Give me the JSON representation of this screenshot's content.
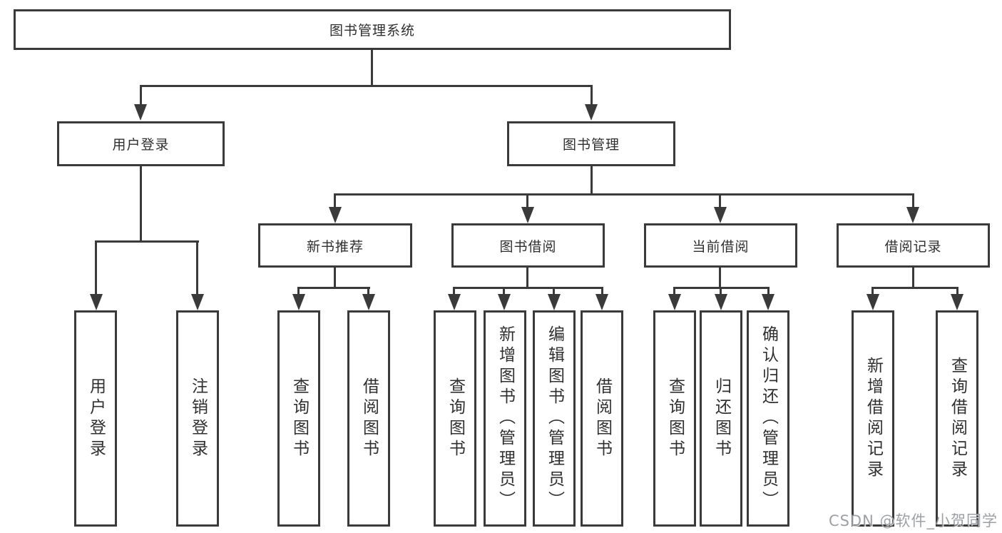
{
  "tree": {
    "root": "图书管理系统",
    "branches": [
      {
        "label": "用户登录",
        "leaves": [
          "用户登录",
          "注销登录"
        ]
      },
      {
        "label": "图书管理",
        "groups": [
          {
            "label": "新书推荐",
            "leaves": [
              "查询图书",
              "借阅图书"
            ]
          },
          {
            "label": "图书借阅",
            "leaves": [
              "查询图书",
              "新增图书（管理员）",
              "编辑图书（管理员）",
              "借阅图书"
            ]
          },
          {
            "label": "当前借阅",
            "leaves": [
              "查询图书",
              "归还图书",
              "确认归还（管理员）"
            ]
          },
          {
            "label": "借阅记录",
            "leaves": [
              "新增借阅记录",
              "查询借阅记录"
            ]
          }
        ]
      }
    ]
  },
  "watermark": {
    "text": "CSDN @软件_小贺同学"
  },
  "colors": {
    "line": "#3a3a3a",
    "text": "#303030",
    "background": "#ffffff",
    "watermark": "#8c8f94"
  }
}
